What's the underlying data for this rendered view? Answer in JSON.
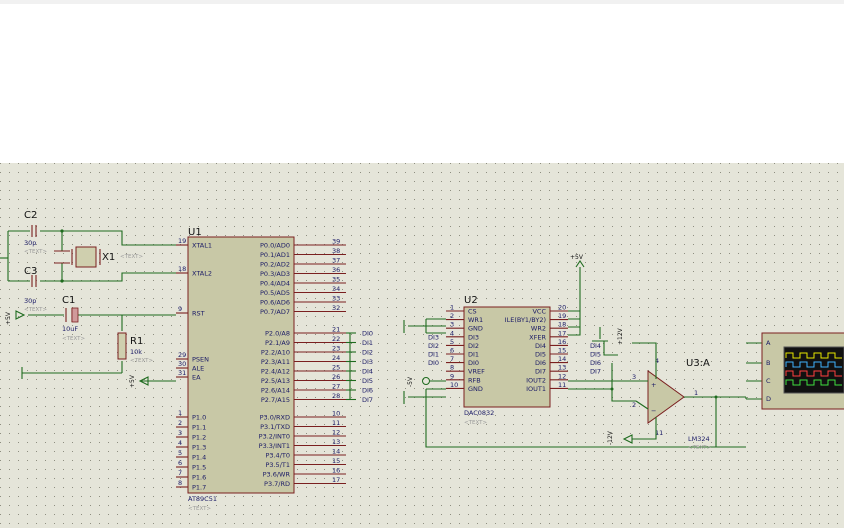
{
  "u1": {
    "ref": "U1",
    "part": "AT89C51",
    "text": "<TEXT>",
    "left_pins": [
      {
        "num": "19",
        "name": "XTAL1"
      },
      {
        "num": "18",
        "name": "XTAL2"
      },
      {
        "num": "9",
        "name": "RST"
      },
      {
        "num": "29",
        "name": "PSEN"
      },
      {
        "num": "30",
        "name": "ALE"
      },
      {
        "num": "31",
        "name": "EA"
      },
      {
        "num": "1",
        "name": "P1.0"
      },
      {
        "num": "2",
        "name": "P1.1"
      },
      {
        "num": "3",
        "name": "P1.2"
      },
      {
        "num": "4",
        "name": "P1.3"
      },
      {
        "num": "5",
        "name": "P1.4"
      },
      {
        "num": "6",
        "name": "P1.5"
      },
      {
        "num": "7",
        "name": "P1.6"
      },
      {
        "num": "8",
        "name": "P1.7"
      }
    ],
    "right_pins": [
      {
        "num": "39",
        "name": "P0.0/AD0"
      },
      {
        "num": "38",
        "name": "P0.1/AD1"
      },
      {
        "num": "37",
        "name": "P0.2/AD2"
      },
      {
        "num": "36",
        "name": "P0.3/AD3"
      },
      {
        "num": "35",
        "name": "P0.4/AD4"
      },
      {
        "num": "34",
        "name": "P0.5/AD5"
      },
      {
        "num": "33",
        "name": "P0.6/AD6"
      },
      {
        "num": "32",
        "name": "P0.7/AD7"
      },
      {
        "num": "21",
        "name": "P2.0/A8",
        "net": "DI0"
      },
      {
        "num": "22",
        "name": "P2.1/A9",
        "net": "DI1"
      },
      {
        "num": "23",
        "name": "P2.2/A10",
        "net": "DI2"
      },
      {
        "num": "24",
        "name": "P2.3/A11",
        "net": "DI3"
      },
      {
        "num": "25",
        "name": "P2.4/A12",
        "net": "DI4"
      },
      {
        "num": "26",
        "name": "P2.5/A13",
        "net": "DI5"
      },
      {
        "num": "27",
        "name": "P2.6/A14",
        "net": "DI6"
      },
      {
        "num": "28",
        "name": "P2.7/A15",
        "net": "DI7"
      },
      {
        "num": "10",
        "name": "P3.0/RXD"
      },
      {
        "num": "11",
        "name": "P3.1/TXD"
      },
      {
        "num": "12",
        "name": "P3.2/INT0"
      },
      {
        "num": "13",
        "name": "P3.3/INT1"
      },
      {
        "num": "14",
        "name": "P3.4/T0"
      },
      {
        "num": "15",
        "name": "P3.5/T1"
      },
      {
        "num": "16",
        "name": "P3.6/WR"
      },
      {
        "num": "17",
        "name": "P3.7/RD"
      }
    ]
  },
  "u2": {
    "ref": "U2",
    "part": "DAC0832",
    "text": "<TEXT>",
    "left_pins": [
      {
        "num": "1",
        "name": "CS"
      },
      {
        "num": "2",
        "name": "WR1"
      },
      {
        "num": "3",
        "name": "GND"
      },
      {
        "num": "4",
        "name": "DI3",
        "net": "DI3"
      },
      {
        "num": "5",
        "name": "DI2",
        "net": "DI2"
      },
      {
        "num": "6",
        "name": "DI1",
        "net": "DI1"
      },
      {
        "num": "7",
        "name": "DI0",
        "net": "DI0"
      },
      {
        "num": "8",
        "name": "VREF"
      },
      {
        "num": "9",
        "name": "RFB"
      },
      {
        "num": "10",
        "name": "GND"
      }
    ],
    "right_pins": [
      {
        "num": "20",
        "name": "VCC"
      },
      {
        "num": "19",
        "name": "ILE(BY1/BY2)"
      },
      {
        "num": "18",
        "name": "WR2"
      },
      {
        "num": "17",
        "name": "XFER"
      },
      {
        "num": "16",
        "name": "DI4",
        "net": "DI4"
      },
      {
        "num": "15",
        "name": "DI5",
        "net": "DI5"
      },
      {
        "num": "14",
        "name": "DI6",
        "net": "DI6"
      },
      {
        "num": "13",
        "name": "DI7",
        "net": "DI7"
      },
      {
        "num": "12",
        "name": "IOUT2"
      },
      {
        "num": "11",
        "name": "IOUT1"
      }
    ]
  },
  "c2": {
    "ref": "C2",
    "value": "30p",
    "text": "<TEXT>"
  },
  "c3": {
    "ref": "C3",
    "value": "30p",
    "text": "<TEXT>"
  },
  "x1": {
    "ref": "X1",
    "text": "<TEXT>"
  },
  "c1": {
    "ref": "C1",
    "value": "10uF",
    "text": "<TEXT>"
  },
  "r1": {
    "ref": "R1",
    "value": "10k",
    "text": "<TEXT>"
  },
  "u3": {
    "ref": "U3:A",
    "part": "LM324",
    "text": "<TEXT>",
    "pins": {
      "plus": "3",
      "minus": "2",
      "out": "1",
      "vpos": "4",
      "vneg": "11"
    }
  },
  "power": {
    "vcc_left": "+5V",
    "vcc_ea": "+5V",
    "vcc_dac": "+5V",
    "vref": "-5V",
    "op_pos": "+12V",
    "op_neg": "-12V"
  },
  "scope": {
    "channels": [
      "A",
      "B",
      "C",
      "D"
    ],
    "colors": {
      "A": "#e8e800",
      "B": "#3fb4ff",
      "C": "#ff4040",
      "D": "#40e040"
    }
  }
}
